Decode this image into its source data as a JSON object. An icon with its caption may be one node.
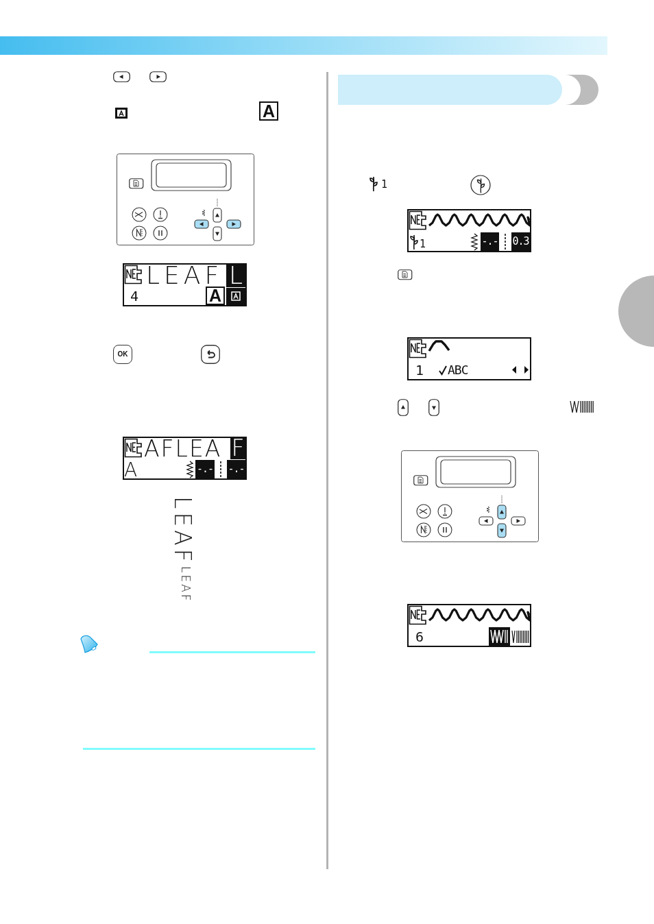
{
  "diagram": {
    "nodes": [
      {
        "text": [
          "LEAF",
          "L",
          "4",
          "A"
        ]
      },
      {
        "text": [
          "AFLEA",
          "F",
          "A",
          "-.-",
          "-.-"
        ]
      },
      {
        "text": [],
        "shape": "bar"
      },
      {
        "text": [
          "1",
          "-.-",
          "0.3"
        ]
      },
      {
        "text": [],
        "shape": "circle"
      },
      {
        "text": [
          "1",
          "ABC"
        ]
      },
      {
        "text": [
          "6"
        ]
      }
    ],
    "labels": [
      "A",
      "OK",
      "LEAF",
      "LEAF",
      "1"
    ]
  }
}
